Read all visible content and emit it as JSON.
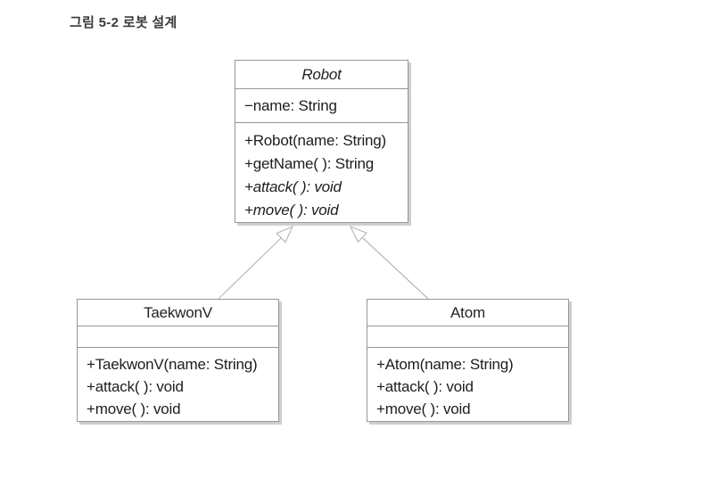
{
  "figure": {
    "caption": "그림 5-2 로봇 설계"
  },
  "colors": {
    "background": "#ffffff",
    "box_border": "#969696",
    "box_shadow": "#cfcfcf",
    "text": "#1d1d1d",
    "caption_text": "#3a3a3a",
    "arrow_line": "#b9b9b9"
  },
  "diagram": {
    "type": "uml-class-diagram",
    "classes": [
      {
        "name": "Robot",
        "abstract": true,
        "attributes": [
          "−name: String"
        ],
        "methods": [
          {
            "label": "+Robot(name: String)",
            "abstract": false
          },
          {
            "label": "+getName( ): String",
            "abstract": false
          },
          {
            "label": "+attack( ): void",
            "abstract": true
          },
          {
            "label": "+move( ): void",
            "abstract": true
          }
        ]
      },
      {
        "name": "TaekwonV",
        "abstract": false,
        "attributes": [],
        "methods": [
          {
            "label": "+TaekwonV(name: String)",
            "abstract": false
          },
          {
            "label": "+attack( ): void",
            "abstract": false
          },
          {
            "label": "+move( ): void",
            "abstract": false
          }
        ]
      },
      {
        "name": "Atom",
        "abstract": false,
        "attributes": [],
        "methods": [
          {
            "label": "+Atom(name: String)",
            "abstract": false
          },
          {
            "label": "+attack( ): void",
            "abstract": false
          },
          {
            "label": "+move( ): void",
            "abstract": false
          }
        ]
      }
    ],
    "relations": [
      {
        "type": "generalization",
        "from": "TaekwonV",
        "to": "Robot"
      },
      {
        "type": "generalization",
        "from": "Atom",
        "to": "Robot"
      }
    ]
  }
}
